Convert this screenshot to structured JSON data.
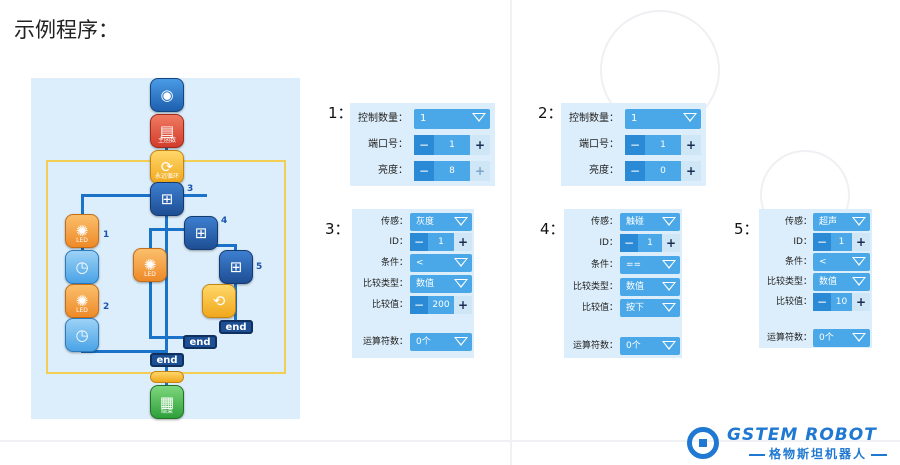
{
  "title": "示例程序：",
  "flowchart": {
    "blocks": [
      {
        "icon": "robot-icon",
        "glyph": "◉",
        "sub": ""
      },
      {
        "icon": "document-icon",
        "glyph": "▤",
        "sub": "主函数"
      },
      {
        "icon": "loop-icon",
        "glyph": "⟳",
        "sub": "永远循环"
      },
      {
        "icon": "condition-icon",
        "glyph": "⊞",
        "sub": ""
      },
      {
        "icon": "condition-icon",
        "glyph": "⊞",
        "sub": ""
      },
      {
        "icon": "condition-icon",
        "glyph": "⊞",
        "sub": ""
      },
      {
        "icon": "led-icon",
        "glyph": "✺",
        "sub": "LED"
      },
      {
        "icon": "timer-icon",
        "glyph": "◷",
        "sub": ""
      },
      {
        "icon": "led-icon",
        "glyph": "✺",
        "sub": "LED"
      },
      {
        "icon": "timer-icon",
        "glyph": "◷",
        "sub": ""
      },
      {
        "icon": "led-icon",
        "glyph": "✺",
        "sub": "LED"
      },
      {
        "icon": "repeat-icon",
        "glyph": "⟲",
        "sub": ""
      },
      {
        "icon": "program-end-icon",
        "glyph": "▦",
        "sub": "结束"
      }
    ],
    "numbers": [
      "1",
      "2",
      "3",
      "4",
      "5"
    ],
    "end_labels": [
      "end",
      "end",
      "end"
    ]
  },
  "panels": [
    {
      "number": "1：",
      "rows": [
        {
          "label": "控制数量：",
          "type": "dropdown",
          "value": "1"
        },
        {
          "label": "端口号：",
          "type": "stepper",
          "value": "1"
        },
        {
          "label": "亮度：",
          "type": "stepper",
          "value": "8"
        }
      ]
    },
    {
      "number": "2：",
      "rows": [
        {
          "label": "控制数量：",
          "type": "dropdown",
          "value": "1"
        },
        {
          "label": "端口号：",
          "type": "stepper",
          "value": "1"
        },
        {
          "label": "亮度：",
          "type": "stepper",
          "value": "0"
        }
      ]
    },
    {
      "number": "3：",
      "rows": [
        {
          "label": "传感：",
          "type": "dropdown",
          "value": "灰度"
        },
        {
          "label": "ID：",
          "type": "stepper",
          "value": "1"
        },
        {
          "label": "条件：",
          "type": "dropdown",
          "value": "<"
        },
        {
          "label": "比较类型：",
          "type": "dropdown",
          "value": "数值"
        },
        {
          "label": "比较值：",
          "type": "stepper",
          "value": "200"
        },
        {
          "label": "运算符数：",
          "type": "dropdown",
          "value": "0个"
        }
      ]
    },
    {
      "number": "4：",
      "rows": [
        {
          "label": "传感：",
          "type": "dropdown",
          "value": "触碰"
        },
        {
          "label": "ID：",
          "type": "stepper",
          "value": "1"
        },
        {
          "label": "条件：",
          "type": "dropdown",
          "value": "=="
        },
        {
          "label": "比较类型：",
          "type": "dropdown",
          "value": "数值"
        },
        {
          "label": "比较值：",
          "type": "dropdown",
          "value": "按下"
        },
        {
          "label": "运算符数：",
          "type": "dropdown",
          "value": "0个"
        }
      ]
    },
    {
      "number": "5：",
      "rows": [
        {
          "label": "传感：",
          "type": "dropdown",
          "value": "超声"
        },
        {
          "label": "ID：",
          "type": "stepper",
          "value": "1"
        },
        {
          "label": "条件：",
          "type": "dropdown",
          "value": "<"
        },
        {
          "label": "比较类型：",
          "type": "dropdown",
          "value": "数值"
        },
        {
          "label": "比较值：",
          "type": "stepper",
          "value": "10"
        },
        {
          "label": "运算符数：",
          "type": "dropdown",
          "value": "0个"
        }
      ]
    }
  ],
  "logo": {
    "en": "GSTEM ROBOT",
    "cn": "格物斯坦机器人"
  },
  "colors": {
    "accent": "#4aa8e8",
    "panel": "#dceefb",
    "flow_line": "#1a73c8",
    "logo": "#1f78d1"
  }
}
